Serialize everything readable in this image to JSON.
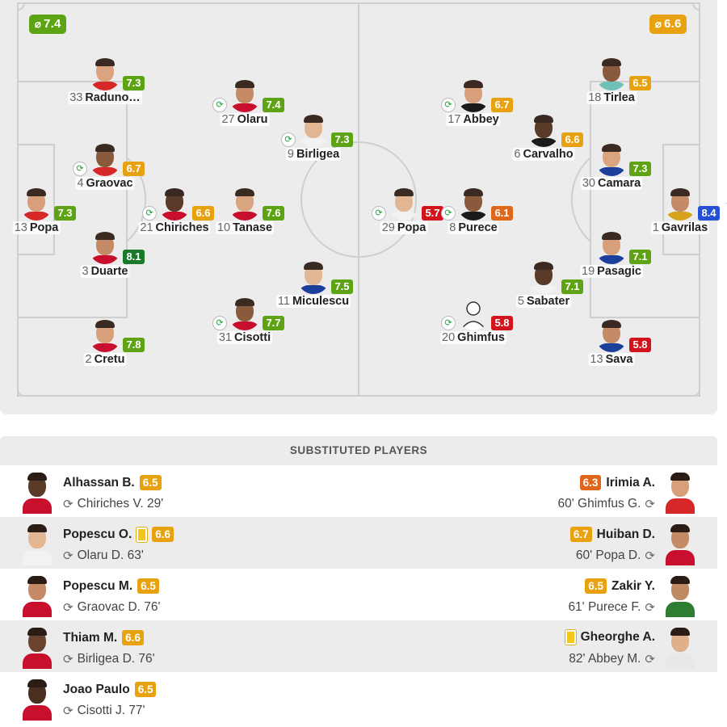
{
  "colors": {
    "green": "#5da314",
    "dark_green": "#1b7a2a",
    "orange": "#e8a210",
    "dark_orange": "#e0661a",
    "red": "#d3141c",
    "blue": "#2450d6"
  },
  "team_averages": {
    "home": {
      "icon": "average-icon",
      "symbol": "⌀",
      "value": "7.4",
      "color": "#5da314"
    },
    "away": {
      "icon": "average-icon",
      "symbol": "⌀",
      "value": "6.6",
      "color": "#e8a210"
    }
  },
  "home_players": [
    {
      "number": "33",
      "name": "Raduno…",
      "rating": "7.3",
      "color": "#5da314",
      "subbed": false
    },
    {
      "number": "27",
      "name": "Olaru",
      "rating": "7.4",
      "color": "#5da314",
      "subbed": true
    },
    {
      "number": "9",
      "name": "Birligea",
      "rating": "7.3",
      "color": "#5da314",
      "subbed": true
    },
    {
      "number": "4",
      "name": "Graovac",
      "rating": "6.7",
      "color": "#e8a210",
      "subbed": true
    },
    {
      "number": "13",
      "name": "Popa",
      "rating": "7.3",
      "color": "#5da314",
      "subbed": false
    },
    {
      "number": "21",
      "name": "Chiriches",
      "rating": "6.6",
      "color": "#e8a210",
      "subbed": true
    },
    {
      "number": "10",
      "name": "Tanase",
      "rating": "7.6",
      "color": "#5da314",
      "subbed": false
    },
    {
      "number": "3",
      "name": "Duarte",
      "rating": "8.1",
      "color": "#1b7a2a",
      "subbed": false
    },
    {
      "number": "11",
      "name": "Miculescu",
      "rating": "7.5",
      "color": "#5da314",
      "subbed": false
    },
    {
      "number": "31",
      "name": "Cisotti",
      "rating": "7.7",
      "color": "#5da314",
      "subbed": true
    },
    {
      "number": "2",
      "name": "Cretu",
      "rating": "7.8",
      "color": "#5da314",
      "subbed": false
    }
  ],
  "away_players": [
    {
      "number": "18",
      "name": "Tirlea",
      "rating": "6.5",
      "color": "#e8a210",
      "subbed": false
    },
    {
      "number": "17",
      "name": "Abbey",
      "rating": "6.7",
      "color": "#e8a210",
      "subbed": true
    },
    {
      "number": "6",
      "name": "Carvalho",
      "rating": "6.6",
      "color": "#e8a210",
      "subbed": false
    },
    {
      "number": "30",
      "name": "Camara",
      "rating": "7.3",
      "color": "#5da314",
      "subbed": false
    },
    {
      "number": "1",
      "name": "Gavrilas",
      "rating": "8.4",
      "color": "#2450d6",
      "subbed": false,
      "star": true
    },
    {
      "number": "29",
      "name": "Popa",
      "rating": "5.7",
      "color": "#d3141c",
      "subbed": true
    },
    {
      "number": "8",
      "name": "Purece",
      "rating": "6.1",
      "color": "#e0661a",
      "subbed": true
    },
    {
      "number": "19",
      "name": "Pasagic",
      "rating": "7.1",
      "color": "#5da314",
      "subbed": false
    },
    {
      "number": "5",
      "name": "Sabater",
      "rating": "7.1",
      "color": "#5da314",
      "subbed": false
    },
    {
      "number": "20",
      "name": "Ghimfus",
      "rating": "5.8",
      "color": "#d3141c",
      "subbed": true,
      "placeholder_photo": true
    },
    {
      "number": "13",
      "name": "Sava",
      "rating": "5.8",
      "color": "#d3141c",
      "subbed": false
    }
  ],
  "substitutes": {
    "header": "SUBSTITUTED PLAYERS",
    "home": [
      {
        "name": "Alhassan B.",
        "rating": "6.5",
        "color": "#e8a210",
        "replaced": "Chiriches V. 29'",
        "yellow": false
      },
      {
        "name": "Popescu O.",
        "rating": "6.6",
        "color": "#e8a210",
        "replaced": "Olaru D. 63'",
        "yellow": true
      },
      {
        "name": "Popescu M.",
        "rating": "6.5",
        "color": "#e8a210",
        "replaced": "Graovac D. 76'",
        "yellow": false
      },
      {
        "name": "Thiam M.",
        "rating": "6.6",
        "color": "#e8a210",
        "replaced": "Birligea D. 76'",
        "yellow": false
      },
      {
        "name": "Joao Paulo",
        "rating": "6.5",
        "color": "#e8a210",
        "replaced": "Cisotti J. 77'",
        "yellow": false
      }
    ],
    "away": [
      {
        "name": "Irimia A.",
        "rating": "6.3",
        "color": "#e0661a",
        "replaced": "60' Ghimfus G.",
        "yellow": false
      },
      {
        "name": "Huiban D.",
        "rating": "6.7",
        "color": "#e8a210",
        "replaced": "60' Popa D.",
        "yellow": false
      },
      {
        "name": "Zakir Y.",
        "rating": "6.5",
        "color": "#e8a210",
        "replaced": "61' Purece F.",
        "yellow": false
      },
      {
        "name": "Gheorghe A.",
        "rating": "",
        "color": "#e8a210",
        "replaced": "82' Abbey M.",
        "yellow": true
      }
    ]
  }
}
